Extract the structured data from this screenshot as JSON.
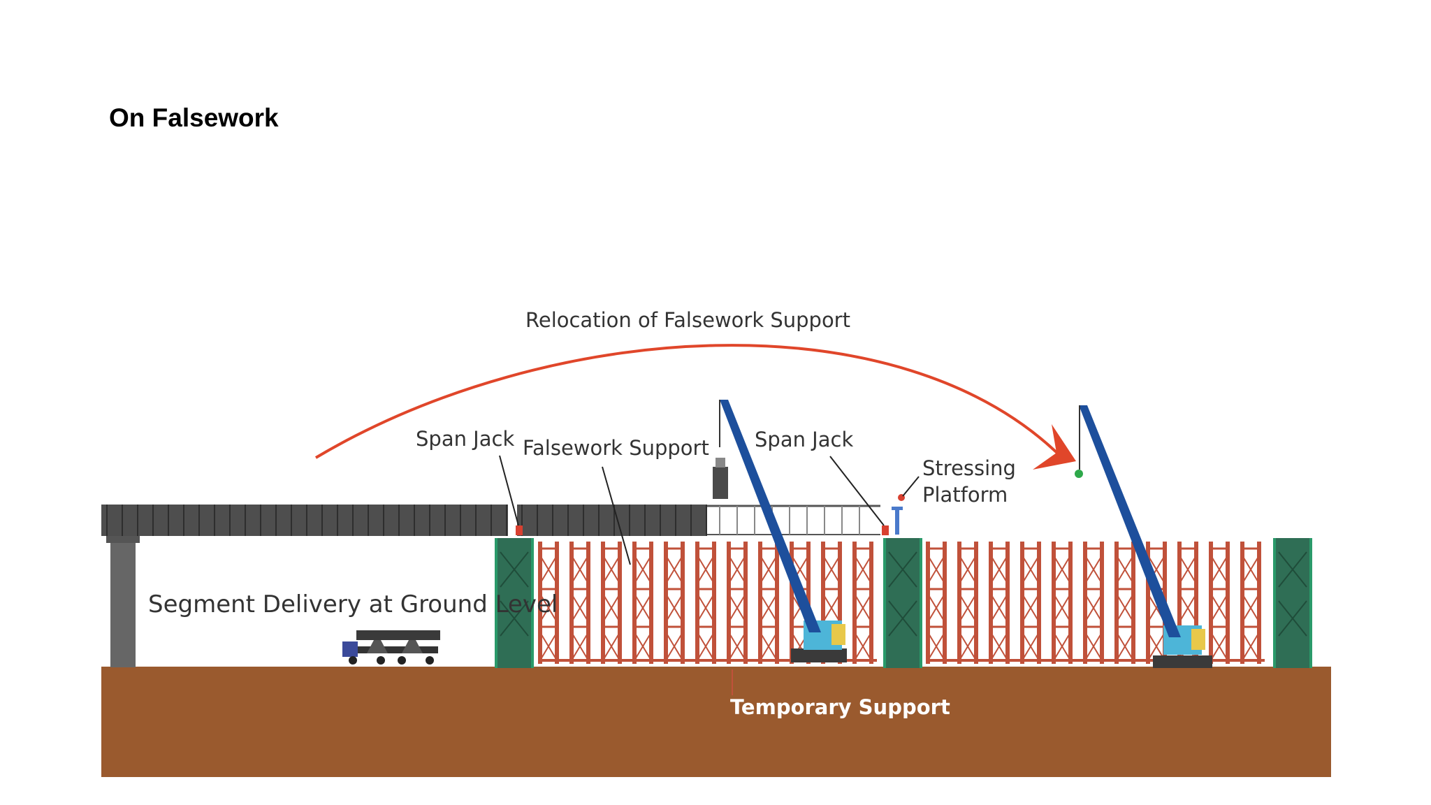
{
  "page": {
    "title": "On Falsework"
  },
  "diagram": {
    "labels": {
      "relocation": "Relocation of Falsework Support",
      "span_jack_left": "Span Jack",
      "falsework_support": "Falsework Support",
      "span_jack_right": "Span Jack",
      "stressing_platform_line1": "Stressing",
      "stressing_platform_line2": "Platform",
      "segment_delivery": "Segment Delivery at Ground Level",
      "temporary_support": "Temporary Support"
    },
    "colors": {
      "ground": "#9a5a2e",
      "deck": "#5a5a5a",
      "pier": "#666666",
      "falsework": "#c0513a",
      "tower": "#2f6e55",
      "crane_boom": "#1d4f9c",
      "arrow": "#e0462a"
    },
    "icons": [
      "crane-icon",
      "truck-icon",
      "segment-icon"
    ]
  }
}
